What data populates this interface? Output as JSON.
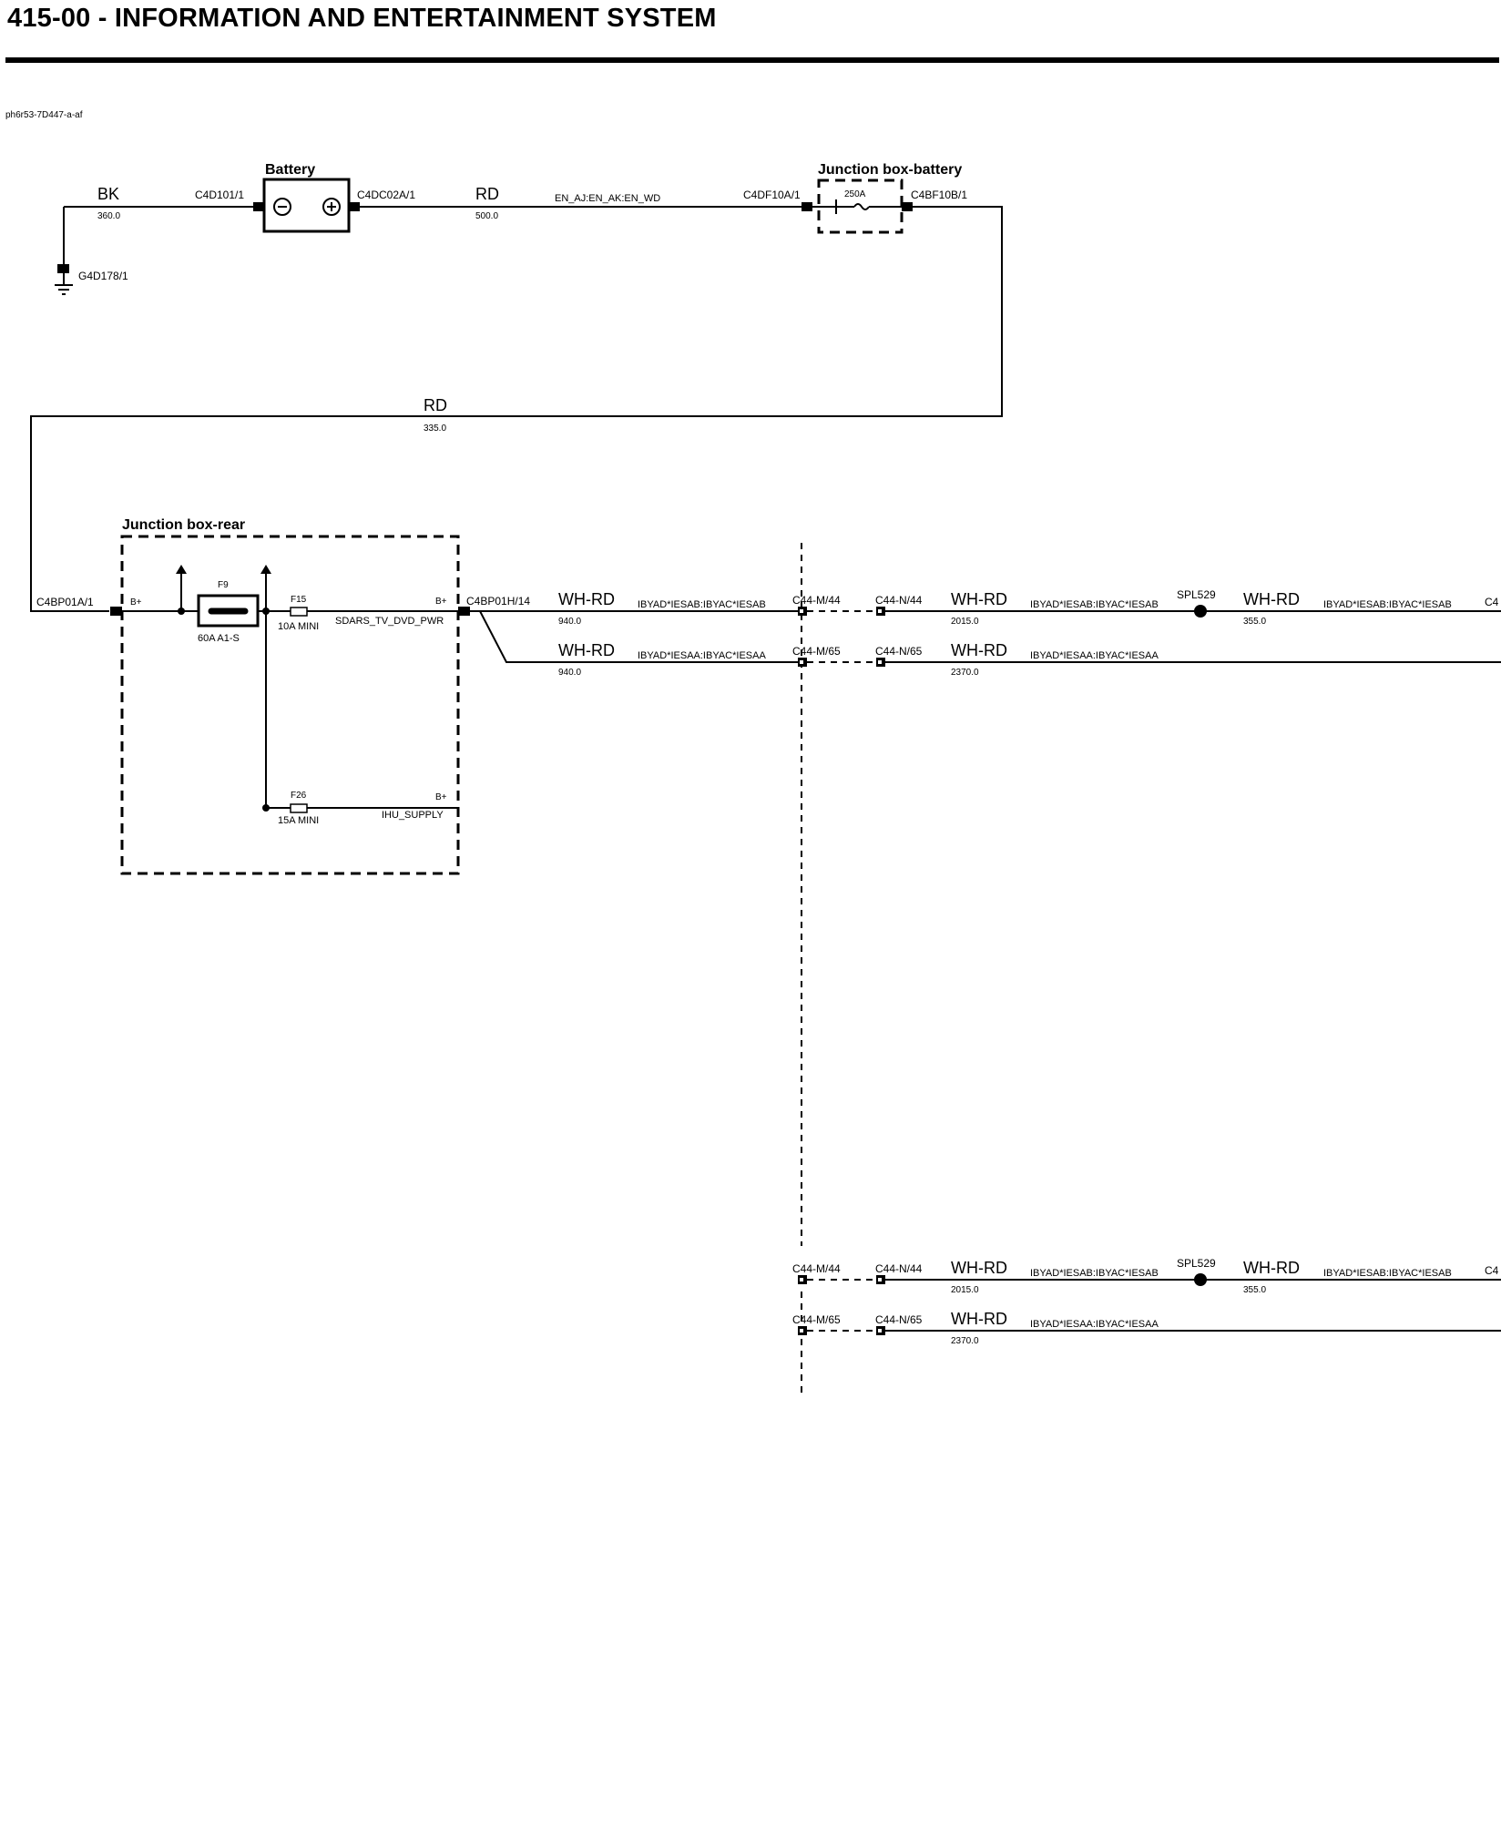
{
  "header": {
    "title": "415-00 - INFORMATION AND ENTERTAINMENT SYSTEM"
  },
  "diagram": {
    "image_id": "ph6r53-7D447-a-af",
    "ground": {
      "connector": "C4D101/1",
      "color": "BK",
      "length": "360.0",
      "ground_point": "G4D178/1"
    },
    "battery": {
      "title": "Battery",
      "plus_terminal": "C4DC02A/1"
    },
    "wire_rd_top": {
      "color": "RD",
      "length": "500.0",
      "options": "EN_AJ:EN_AK:EN_WD"
    },
    "jb_battery": {
      "title": "Junction box-battery",
      "in_conn": "C4DF10A/1",
      "fuse": "250A",
      "out_conn": "C4BF10B/1"
    },
    "wire_rd_long": {
      "color": "RD",
      "length": "335.0"
    },
    "jb_rear": {
      "title": "Junction box-rear",
      "in_conn": "C4BP01A/1",
      "bplus": "B+",
      "f9_label": "F9",
      "f9_rating": "60A A1-S",
      "f15_label": "F15",
      "f15_rating": "10A MINI",
      "f15_signal": "SDARS_TV_DVD_PWR",
      "f15_bplus": "B+",
      "f26_label": "F26",
      "f26_rating": "15A MINI",
      "f26_signal": "IHU_SUPPLY",
      "f26_bplus": "B+",
      "out_conn": "C4BP01H/14"
    },
    "row1": {
      "c1": "WH-RD",
      "l1": "940.0",
      "o1": "IBYAD*IESAB:IBYAC*IESAB",
      "cm": "C44-M/44",
      "cn": "C44-N/44",
      "c2": "WH-RD",
      "l2": "2015.0",
      "o2": "IBYAD*IESAB:IBYAC*IESAB",
      "splice": "SPL529",
      "c3": "WH-RD",
      "l3": "355.0",
      "o3": "IBYAD*IESAB:IBYAC*IESAB",
      "edge": "C4"
    },
    "row2": {
      "c1": "WH-RD",
      "l1": "940.0",
      "o1": "IBYAD*IESAA:IBYAC*IESAA",
      "cm": "C44-M/65",
      "cn": "C44-N/65",
      "c2": "WH-RD",
      "l2": "2370.0",
      "o2": "IBYAD*IESAA:IBYAC*IESAA"
    },
    "row3": {
      "cm": "C44-M/44",
      "cn": "C44-N/44",
      "c2": "WH-RD",
      "l2": "2015.0",
      "o2": "IBYAD*IESAB:IBYAC*IESAB",
      "splice": "SPL529",
      "c3": "WH-RD",
      "l3": "355.0",
      "o3": "IBYAD*IESAB:IBYAC*IESAB",
      "edge": "C4"
    },
    "row4": {
      "cm": "C44-M/65",
      "cn": "C44-N/65",
      "c2": "WH-RD",
      "l2": "2370.0",
      "o2": "IBYAD*IESAA:IBYAC*IESAA"
    }
  }
}
